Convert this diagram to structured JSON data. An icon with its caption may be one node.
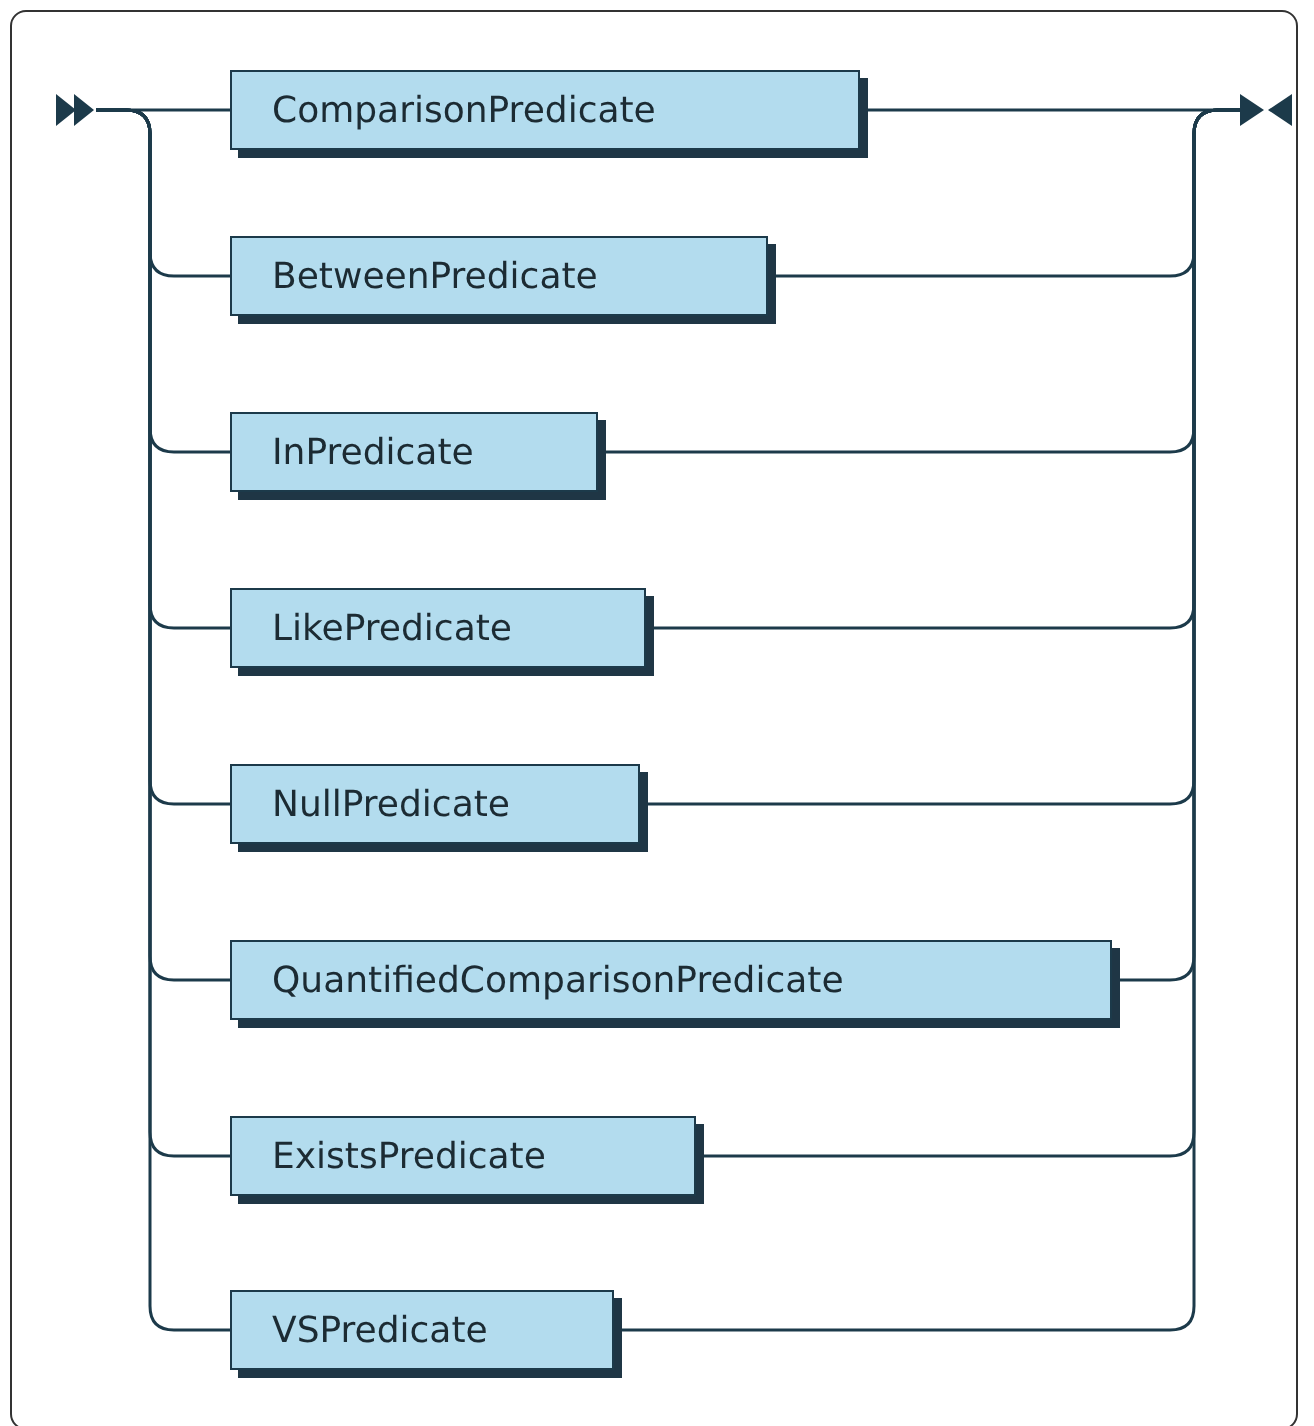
{
  "diagram": {
    "nodes": [
      {
        "text": [],
        "shape": "triangle"
      },
      {
        "text": [
          "ComparisonPredicate"
        ]
      },
      {
        "text": [
          "BetweenPredicate"
        ]
      },
      {
        "text": [
          "InPredicate"
        ]
      },
      {
        "text": [
          "LikePredicate"
        ]
      },
      {
        "text": [
          "NullPredicate"
        ]
      },
      {
        "text": [
          "QuantifiedComparisonPredicate"
        ]
      },
      {
        "text": [
          "ExistsPredicate"
        ]
      },
      {
        "text": [
          "VSPredicate"
        ]
      },
      {
        "text": [],
        "shape": "triangle"
      }
    ],
    "edges": [
      {
        "from": 0,
        "to": 1,
        "arrow": "none"
      },
      {
        "from": 0,
        "to": 2,
        "arrow": "none"
      },
      {
        "from": 0,
        "to": 3,
        "arrow": "none"
      },
      {
        "from": 0,
        "to": 4,
        "arrow": "none"
      },
      {
        "from": 0,
        "to": 5,
        "arrow": "none"
      },
      {
        "from": 0,
        "to": 6,
        "arrow": "none"
      },
      {
        "from": 0,
        "to": 7,
        "arrow": "none"
      },
      {
        "from": 0,
        "to": 8,
        "arrow": "none"
      },
      {
        "from": 1,
        "to": 9,
        "arrow": "none"
      },
      {
        "from": 2,
        "to": 9,
        "arrow": "none"
      },
      {
        "from": 3,
        "to": 9,
        "arrow": "none"
      },
      {
        "from": 4,
        "to": 9,
        "arrow": "none"
      },
      {
        "from": 5,
        "to": 9,
        "arrow": "none"
      },
      {
        "from": 6,
        "to": 9,
        "arrow": "none"
      },
      {
        "from": 7,
        "to": 9,
        "arrow": "none"
      },
      {
        "from": 8,
        "to": 9,
        "arrow": "none"
      }
    ]
  }
}
